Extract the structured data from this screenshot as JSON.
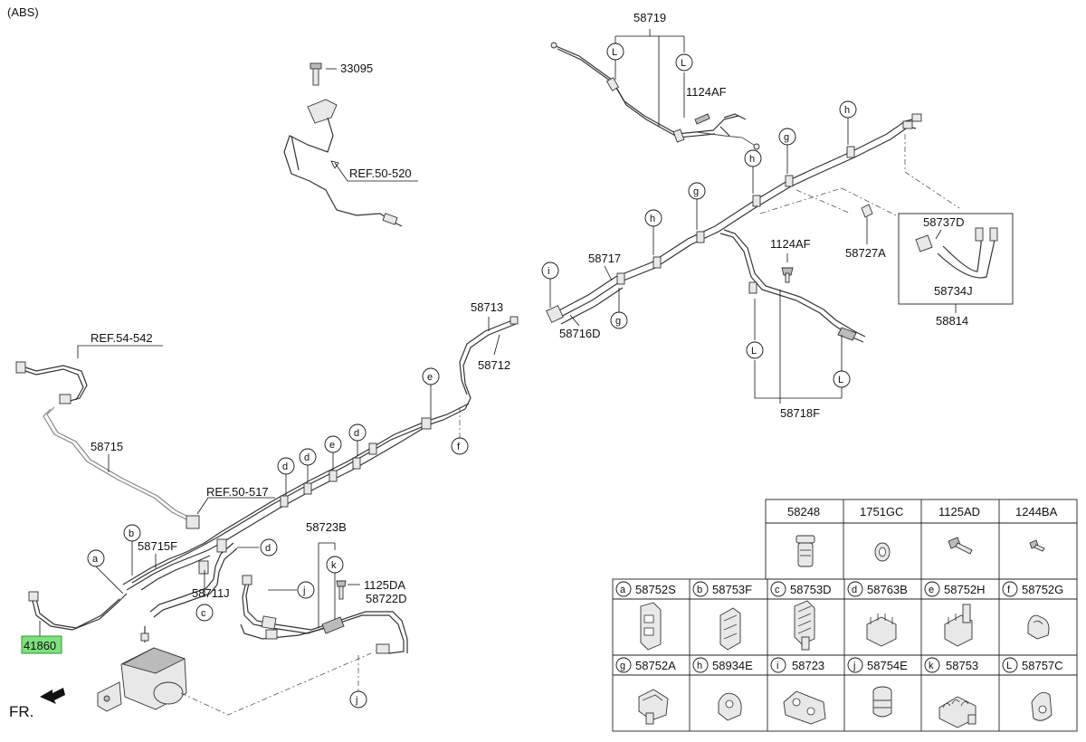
{
  "header": {
    "title": "(ABS)"
  },
  "front_indicator": {
    "label": "FR."
  },
  "part_labels": {
    "p58719": "58719",
    "p1124AF_top": "1124AF",
    "p33095": "33095",
    "ref50520": "REF.50-520",
    "p58737D": "58737D",
    "p58727A": "58727A",
    "p1124AF_mid": "1124AF",
    "p58734J": "58734J",
    "p58814": "58814",
    "p58717": "58717",
    "p58716D": "58716D",
    "p58713": "58713",
    "p58712": "58712",
    "ref54542": "REF.54-542",
    "p58715": "58715",
    "p58718F": "58718F",
    "ref50517": "REF.50-517",
    "p58723B": "58723B",
    "p58715F": "58715F",
    "p58711J": "58711J",
    "p1125DA": "1125DA",
    "p58722D": "58722D",
    "p41860": "41860"
  },
  "callouts": {
    "L1": "L",
    "L2": "L",
    "L3": "L",
    "L4": "L",
    "h1": "h",
    "h2": "h",
    "h3": "h",
    "g1": "g",
    "g2": "g",
    "g3": "g",
    "i1": "i",
    "e1": "e",
    "e2": "e",
    "f1": "f",
    "d1": "d",
    "d2": "d",
    "d3": "d",
    "d4": "d",
    "b1": "b",
    "a1": "a",
    "c1": "c",
    "j1": "j",
    "j2": "j",
    "k1": "k"
  },
  "legend_table": {
    "top_row": [
      {
        "part_no": "58248",
        "icon": "plug-icon"
      },
      {
        "part_no": "1751GC",
        "icon": "washer-icon"
      },
      {
        "part_no": "1125AD",
        "icon": "bolt-icon"
      },
      {
        "part_no": "1244BA",
        "icon": "screw-icon"
      }
    ],
    "rows": [
      [
        {
          "letter": "a",
          "part_no": "58752S",
          "icon": "clip-icon"
        },
        {
          "letter": "b",
          "part_no": "58753F",
          "icon": "clip-icon"
        },
        {
          "letter": "c",
          "part_no": "58753D",
          "icon": "clip-icon"
        },
        {
          "letter": "d",
          "part_no": "58763B",
          "icon": "clip-icon"
        },
        {
          "letter": "e",
          "part_no": "58752H",
          "icon": "clip-icon"
        },
        {
          "letter": "f",
          "part_no": "58752G",
          "icon": "clip-icon"
        }
      ],
      [
        {
          "letter": "g",
          "part_no": "58752A",
          "icon": "clip-icon"
        },
        {
          "letter": "h",
          "part_no": "58934E",
          "icon": "clip-icon"
        },
        {
          "letter": "i",
          "part_no": "58723",
          "icon": "bracket-icon"
        },
        {
          "letter": "j",
          "part_no": "58754E",
          "icon": "grommet-icon"
        },
        {
          "letter": "k",
          "part_no": "58753",
          "icon": "clip-icon"
        },
        {
          "letter": "L",
          "part_no": "58757C",
          "icon": "clip-icon"
        }
      ]
    ]
  }
}
